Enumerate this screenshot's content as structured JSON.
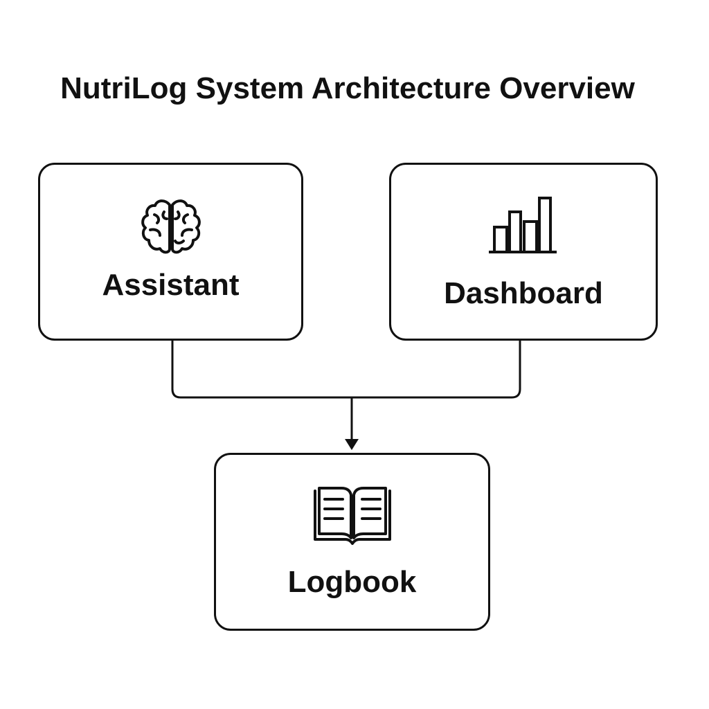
{
  "title": "NutriLog System Architecture Overview",
  "nodes": {
    "assistant": {
      "label": "Assistant",
      "icon": "brain-icon"
    },
    "dashboard": {
      "label": "Dashboard",
      "icon": "bar-chart-icon"
    },
    "logbook": {
      "label": "Logbook",
      "icon": "open-book-icon"
    }
  },
  "edges": [
    {
      "from": "assistant",
      "to": "logbook"
    },
    {
      "from": "dashboard",
      "to": "logbook"
    }
  ],
  "colors": {
    "stroke": "#111111",
    "background": "#ffffff"
  }
}
